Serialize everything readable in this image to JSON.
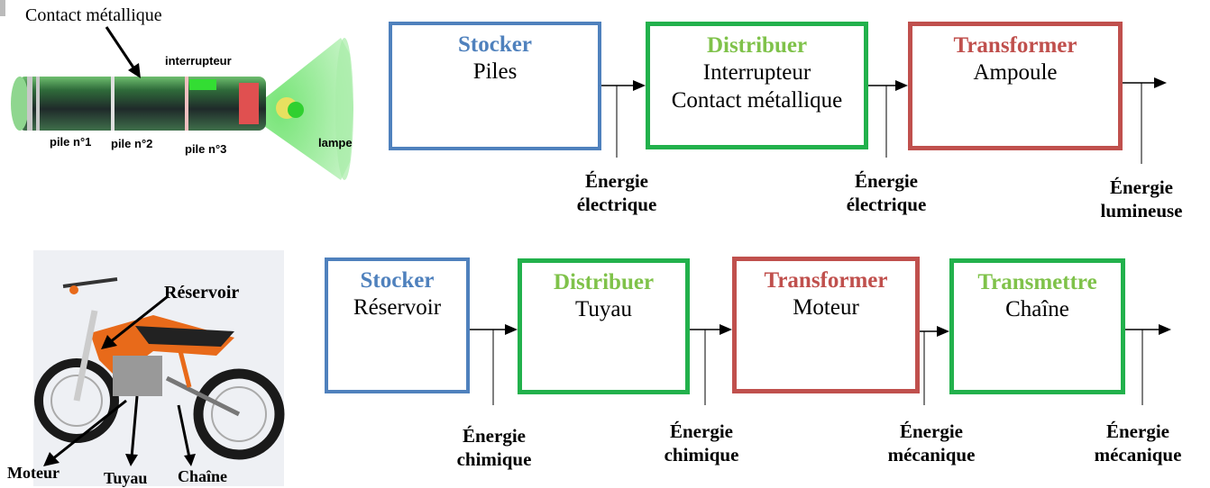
{
  "flashlight": {
    "labels": {
      "contact": "Contact métallique",
      "interrupteur": "interrupteur",
      "pile1": "pile n°1",
      "pile2": "pile n°2",
      "pile3": "pile n°3",
      "lampe": "lampe"
    },
    "chain": [
      {
        "verb": "Stocker",
        "items": [
          "Piles"
        ],
        "color": "blue"
      },
      {
        "verb": "Distribuer",
        "items": [
          "Interrupteur",
          "Contact métallique"
        ],
        "color": "green"
      },
      {
        "verb": "Transformer",
        "items": [
          "Ampoule"
        ],
        "color": "red"
      }
    ],
    "energies": [
      {
        "line1": "Énergie",
        "line2": "électrique"
      },
      {
        "line1": "Énergie",
        "line2": "électrique"
      },
      {
        "line1": "Énergie",
        "line2": "lumineuse"
      }
    ]
  },
  "motorbike": {
    "labels": {
      "reservoir": "Réservoir",
      "moteur": "Moteur",
      "tuyau": "Tuyau",
      "chaine": "Chaîne"
    },
    "chain": [
      {
        "verb": "Stocker",
        "items": [
          "Réservoir"
        ],
        "color": "blue"
      },
      {
        "verb": "Distribuer",
        "items": [
          "Tuyau"
        ],
        "color": "green"
      },
      {
        "verb": "Transformer",
        "items": [
          "Moteur"
        ],
        "color": "red"
      },
      {
        "verb": "Transmettre",
        "items": [
          "Chaîne"
        ],
        "color": "green"
      }
    ],
    "energies": [
      {
        "line1": "Énergie",
        "line2": "chimique"
      },
      {
        "line1": "Énergie",
        "line2": "chimique"
      },
      {
        "line1": "Énergie",
        "line2": "mécanique"
      },
      {
        "line1": "Énergie",
        "line2": "mécanique"
      }
    ]
  },
  "colors": {
    "stocker": "#4f81bd",
    "distribuer": "#7fc24a",
    "transformer": "#c0504d",
    "border_green": "#22b14c"
  }
}
